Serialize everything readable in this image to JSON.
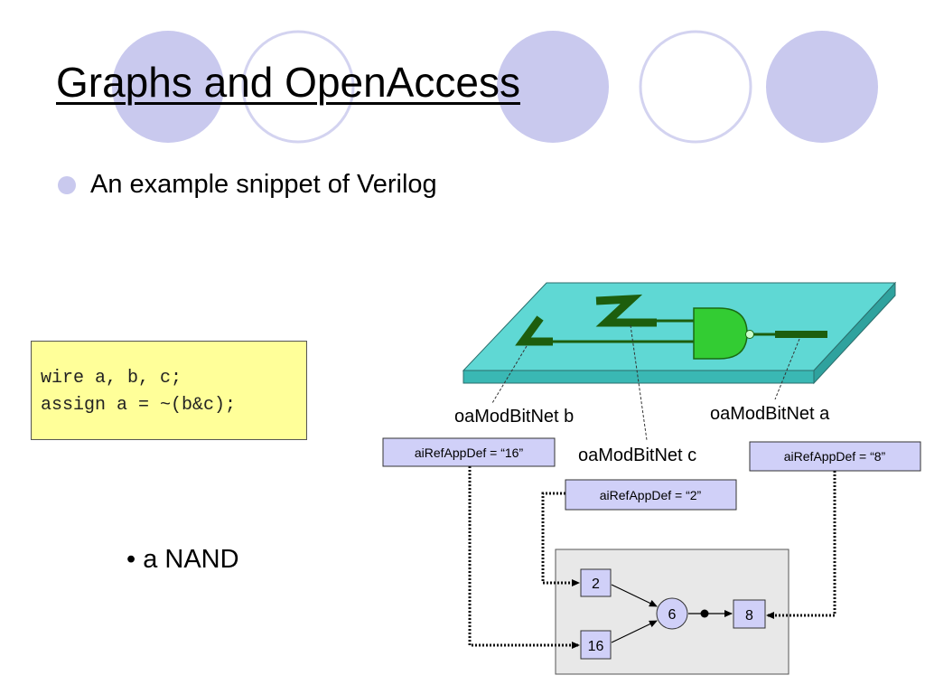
{
  "title": "Graphs and OpenAccess",
  "bullet": "An example snippet of Verilog",
  "code": {
    "lines": [
      "wire a, b, c;",
      "assign a = ~(b&c);"
    ]
  },
  "sub_bullet": "• a NAND",
  "labels": {
    "net_b": "oaModBitNet b",
    "net_c": "oaModBitNet c",
    "net_a": "oaModBitNet a"
  },
  "app_defs": {
    "b": "aiRefAppDef = “16”",
    "c": "aiRefAppDef = “2”",
    "a": "aiRefAppDef = “8”"
  },
  "graph_nodes": {
    "n2": "2",
    "n16": "16",
    "n6": "6",
    "n8": "8"
  },
  "colors": {
    "deco_circle": "#c9c9ee",
    "deco_ring": "#d3d3f0",
    "board_top": "#5fd8d4",
    "board_side": "#3ab8b4",
    "wire": "#1d5e0d",
    "gate": "#33cc33",
    "code_bg": "#ffff99",
    "appdef_bg": "#d0d0f8",
    "graph_bg": "#e8e8e8"
  }
}
